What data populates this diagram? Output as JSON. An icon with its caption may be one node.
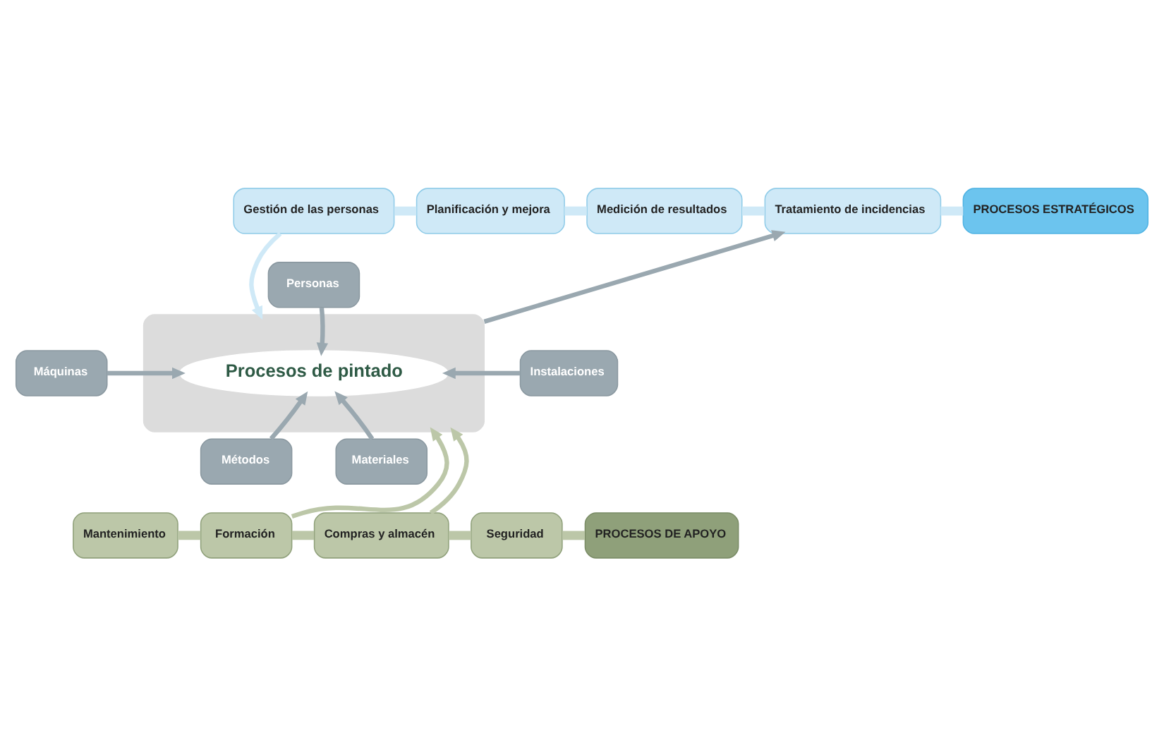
{
  "diagram": {
    "nodes": [
      {
        "text": [
          "Gestión de las personas"
        ]
      },
      {
        "text": [
          "Planificación y mejora"
        ]
      },
      {
        "text": [
          "Medición de resultados"
        ]
      },
      {
        "text": [
          "Tratamiento de incidencias"
        ]
      },
      {
        "text": [
          "PROCESOS ESTRATÉGICOS"
        ]
      },
      {
        "text": [],
        "shape": "box"
      },
      {
        "text": [
          "Personas"
        ]
      },
      {
        "text": [
          "Máquinas"
        ]
      },
      {
        "text": [
          "Procesos de pintado"
        ],
        "in": 5
      },
      {
        "text": [
          "Instalaciones"
        ]
      },
      {
        "text": [
          "Métodos"
        ]
      },
      {
        "text": [
          "Materiales"
        ]
      },
      {
        "text": [
          "Mantenimiento"
        ]
      },
      {
        "text": [
          "Formación"
        ]
      },
      {
        "text": [
          "Compras y almacén"
        ]
      },
      {
        "text": [
          "Seguridad"
        ]
      },
      {
        "text": [
          "PROCESOS DE APOYO"
        ]
      }
    ],
    "edges": [
      {
        "from": 0,
        "to": 1,
        "arrow": "none",
        "style": "thick",
        "color": "#cfe9f7"
      },
      {
        "from": 1,
        "to": 2,
        "arrow": "none",
        "style": "thick",
        "color": "#cfe9f7"
      },
      {
        "from": 2,
        "to": 3,
        "arrow": "none",
        "style": "thick",
        "color": "#cfe9f7"
      },
      {
        "from": 3,
        "to": 4,
        "arrow": "none",
        "style": "thick",
        "color": "#cfe9f7"
      },
      {
        "from": 0,
        "to": 5,
        "arrow": "to",
        "color": "#cfe9f7"
      },
      {
        "from": 5,
        "to": 3,
        "arrow": "to"
      },
      {
        "from": 6,
        "to": 8,
        "arrow": "to"
      },
      {
        "from": 7,
        "to": 8,
        "arrow": "to"
      },
      {
        "from": 9,
        "to": 8,
        "arrow": "to"
      },
      {
        "from": 10,
        "to": 8,
        "arrow": "to"
      },
      {
        "from": 11,
        "to": 8,
        "arrow": "to"
      },
      {
        "from": 12,
        "to": 13,
        "arrow": "none",
        "style": "thick",
        "color": "#bcc7a8"
      },
      {
        "from": 13,
        "to": 14,
        "arrow": "none",
        "style": "thick",
        "color": "#bcc7a8"
      },
      {
        "from": 14,
        "to": 15,
        "arrow": "none",
        "style": "thick",
        "color": "#bcc7a8"
      },
      {
        "from": 15,
        "to": 16,
        "arrow": "none",
        "style": "thick",
        "color": "#bcc7a8"
      },
      {
        "from": 13,
        "to": 5,
        "arrow": "to",
        "color": "#bcc7a8"
      },
      {
        "from": 14,
        "to": 5,
        "arrow": "to",
        "color": "#bcc7a8"
      }
    ]
  }
}
